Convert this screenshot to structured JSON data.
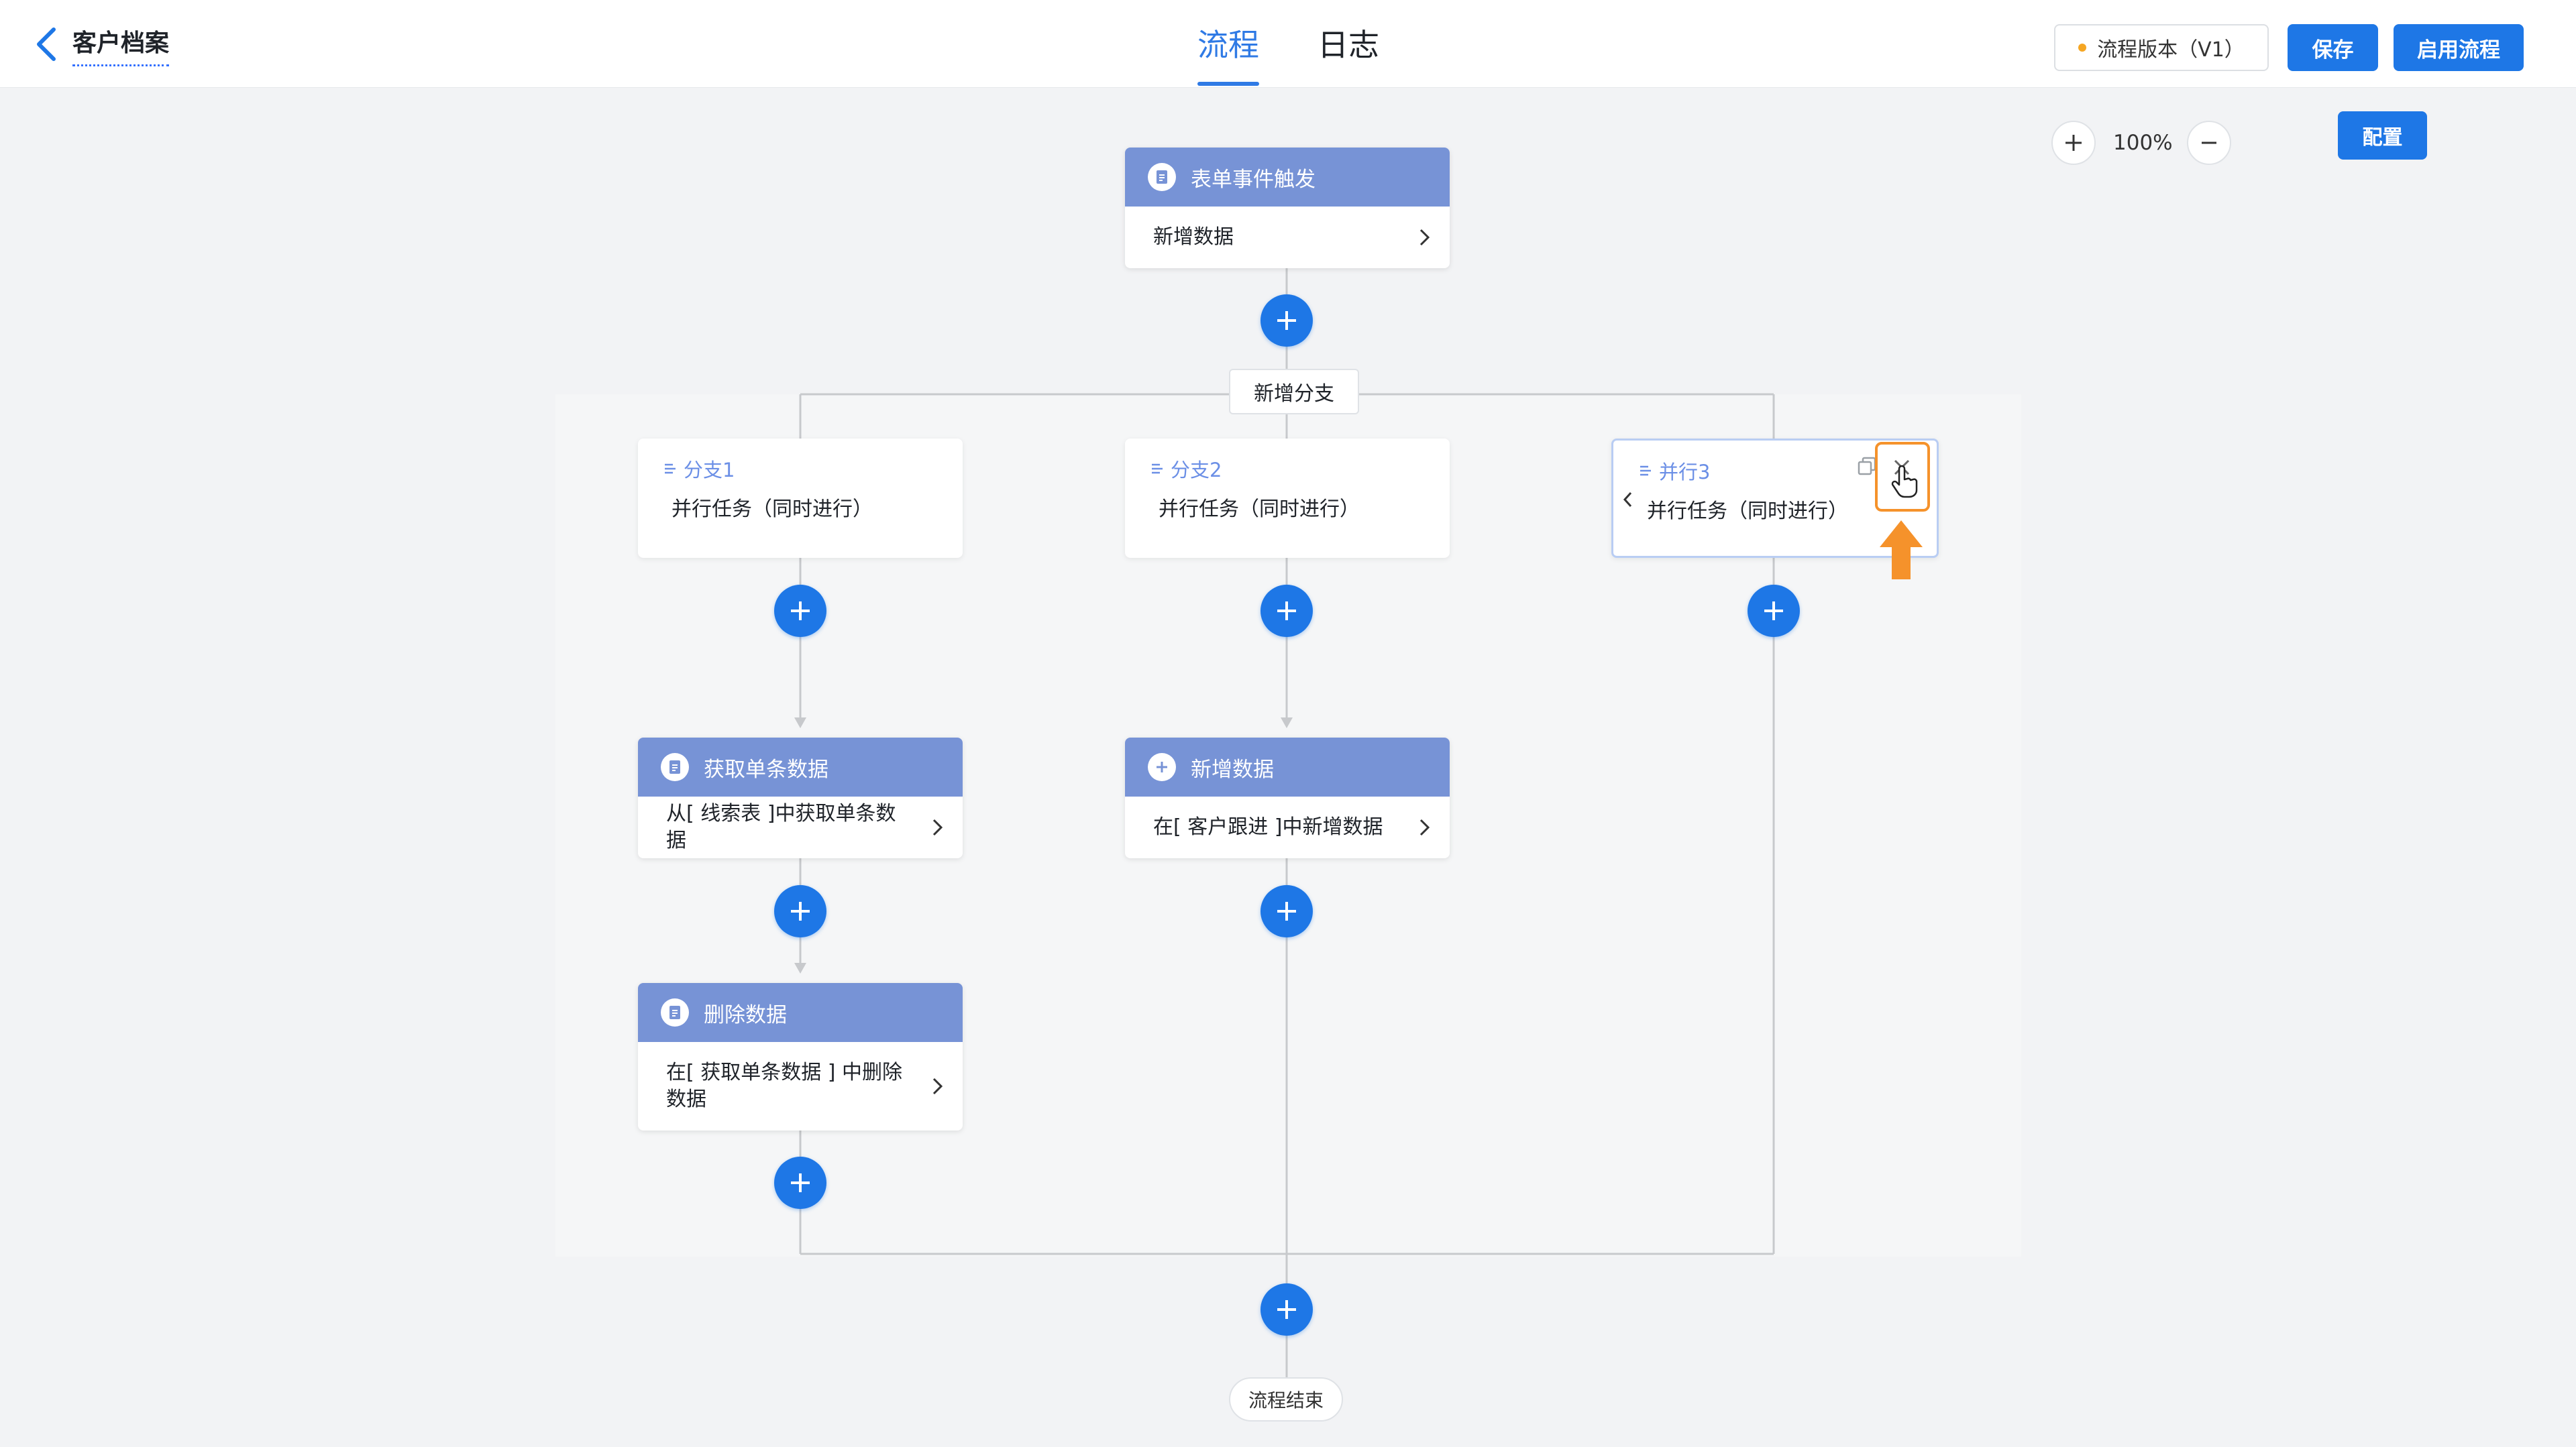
{
  "header": {
    "title": "客户档案",
    "tabs": [
      {
        "label": "流程",
        "active": true
      },
      {
        "label": "日志",
        "active": false
      }
    ],
    "version_label": "流程版本（V1）",
    "save_label": "保存",
    "enable_label": "启用流程"
  },
  "toolbar": {
    "config_label": "配置",
    "zoom_level": "100%"
  },
  "flow": {
    "trigger": {
      "title": "表单事件触发",
      "detail": "新增数据"
    },
    "add_branch_label": "新增分支",
    "branches": [
      {
        "name": "分支1",
        "desc": "并行任务（同时进行）"
      },
      {
        "name": "分支2",
        "desc": "并行任务（同时进行）"
      },
      {
        "name": "并行3",
        "desc": "并行任务（同时进行）"
      }
    ],
    "nodes": {
      "get_single": {
        "title": "获取单条数据",
        "detail": "从[ 线索表 ]中获取单条数据"
      },
      "delete": {
        "title": "删除数据",
        "detail": "在[ 获取单条数据 ] 中删除数据"
      },
      "add_data": {
        "title": "新增数据",
        "detail": "在[ 客户跟进 ]中新增数据"
      }
    },
    "end_label": "流程结束"
  },
  "colors": {
    "primary": "#1e77e6",
    "node_header": "#7793d6",
    "highlight": "#f5922b",
    "version_dot": "#f5a623"
  }
}
